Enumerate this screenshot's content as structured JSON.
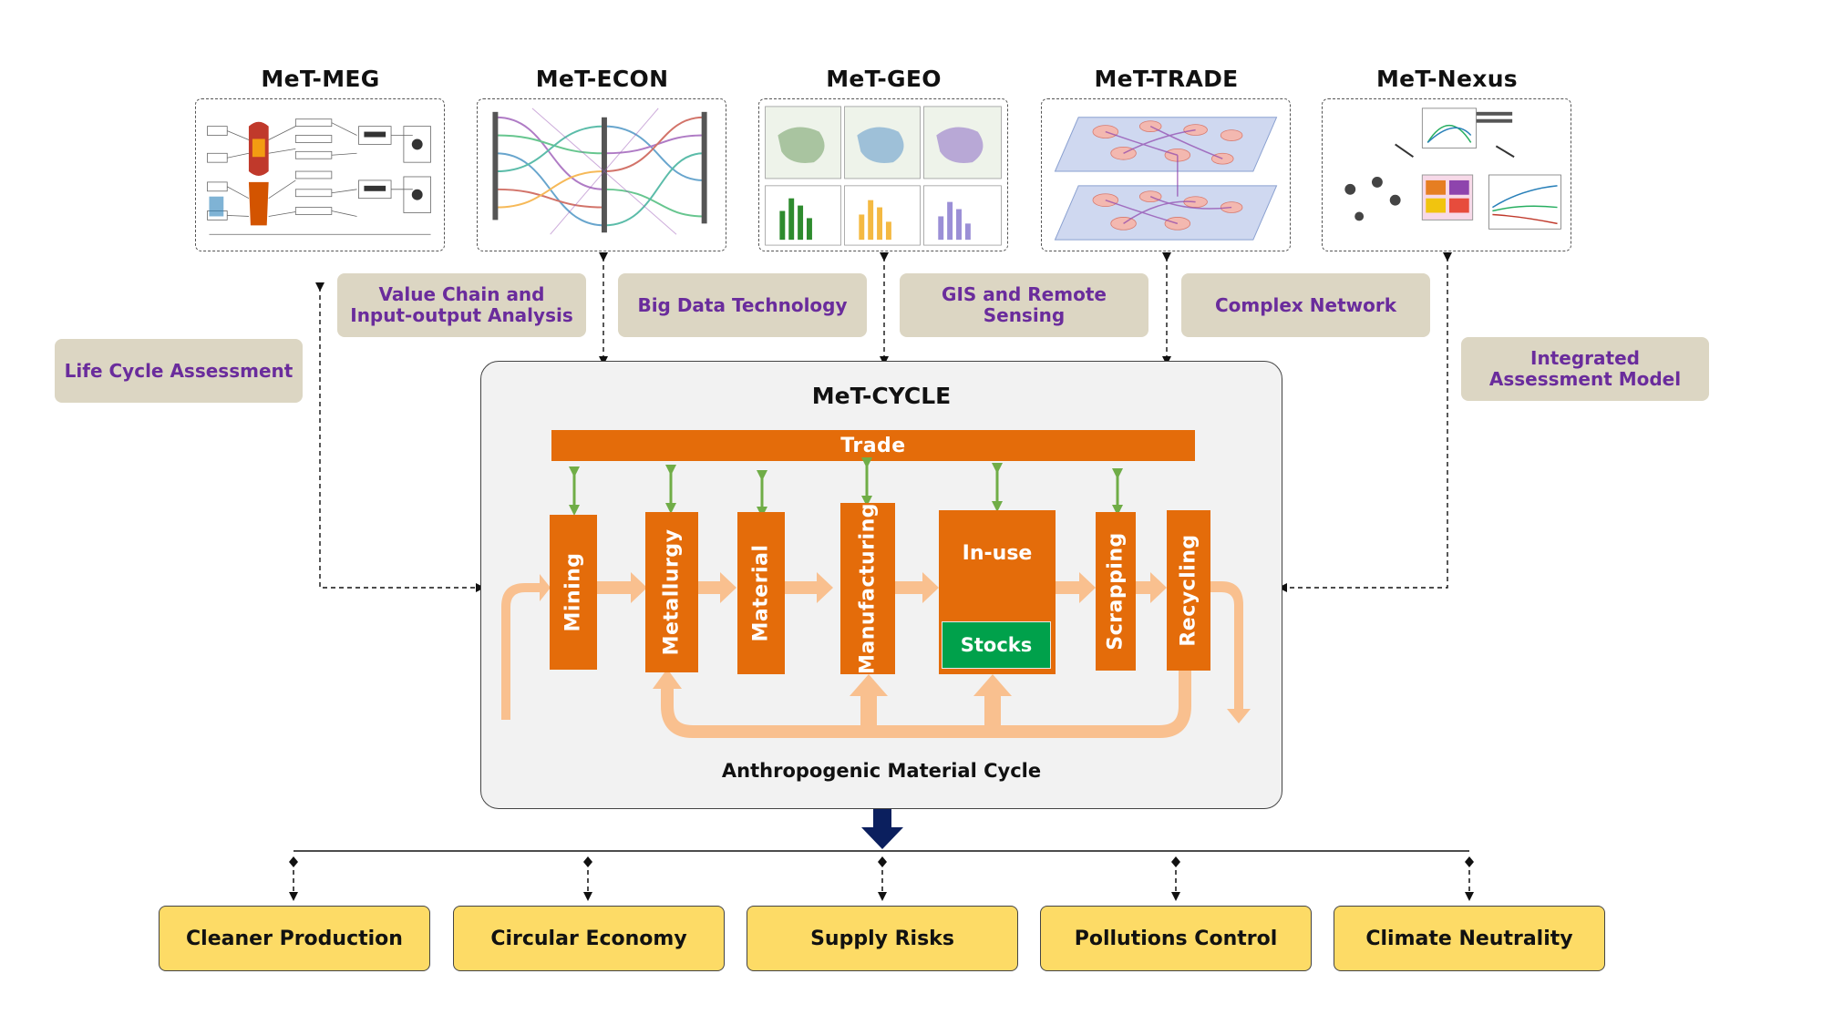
{
  "models": [
    {
      "title": "MeT-MEG"
    },
    {
      "title": "MeT-ECON"
    },
    {
      "title": "MeT-GEO"
    },
    {
      "title": "MeT-TRADE"
    },
    {
      "title": "MeT-Nexus"
    }
  ],
  "methods": {
    "life_cycle": "Life Cycle Assessment",
    "value_chain": "Value Chain and\nInput-output Analysis",
    "big_data": "Big Data Technology",
    "gis": "GIS and Remote\nSensing",
    "complex_network": "Complex Network",
    "integrated": "Integrated\nAssessment Model"
  },
  "cycle": {
    "title": "MeT-CYCLE",
    "trade": "Trade",
    "stages": [
      "Mining",
      "Metallurgy",
      "Material",
      "Manufacturing",
      "In-use",
      "Scrapping",
      "Recycling"
    ],
    "stocks": "Stocks",
    "caption": "Anthropogenic Material Cycle"
  },
  "outcomes": [
    "Cleaner Production",
    "Circular Economy",
    "Supply Risks",
    "Pollutions Control",
    "Climate Neutrality"
  ],
  "colors": {
    "orange": "#e46c0a",
    "peach": "#f9c08f",
    "green_arrow": "#70ad47",
    "stocks_green": "#00a14b",
    "method_bg": "#dcd6c3",
    "method_text": "#6a2c9c",
    "outcome_bg": "#fddb66",
    "navy": "#0b1f5e"
  }
}
